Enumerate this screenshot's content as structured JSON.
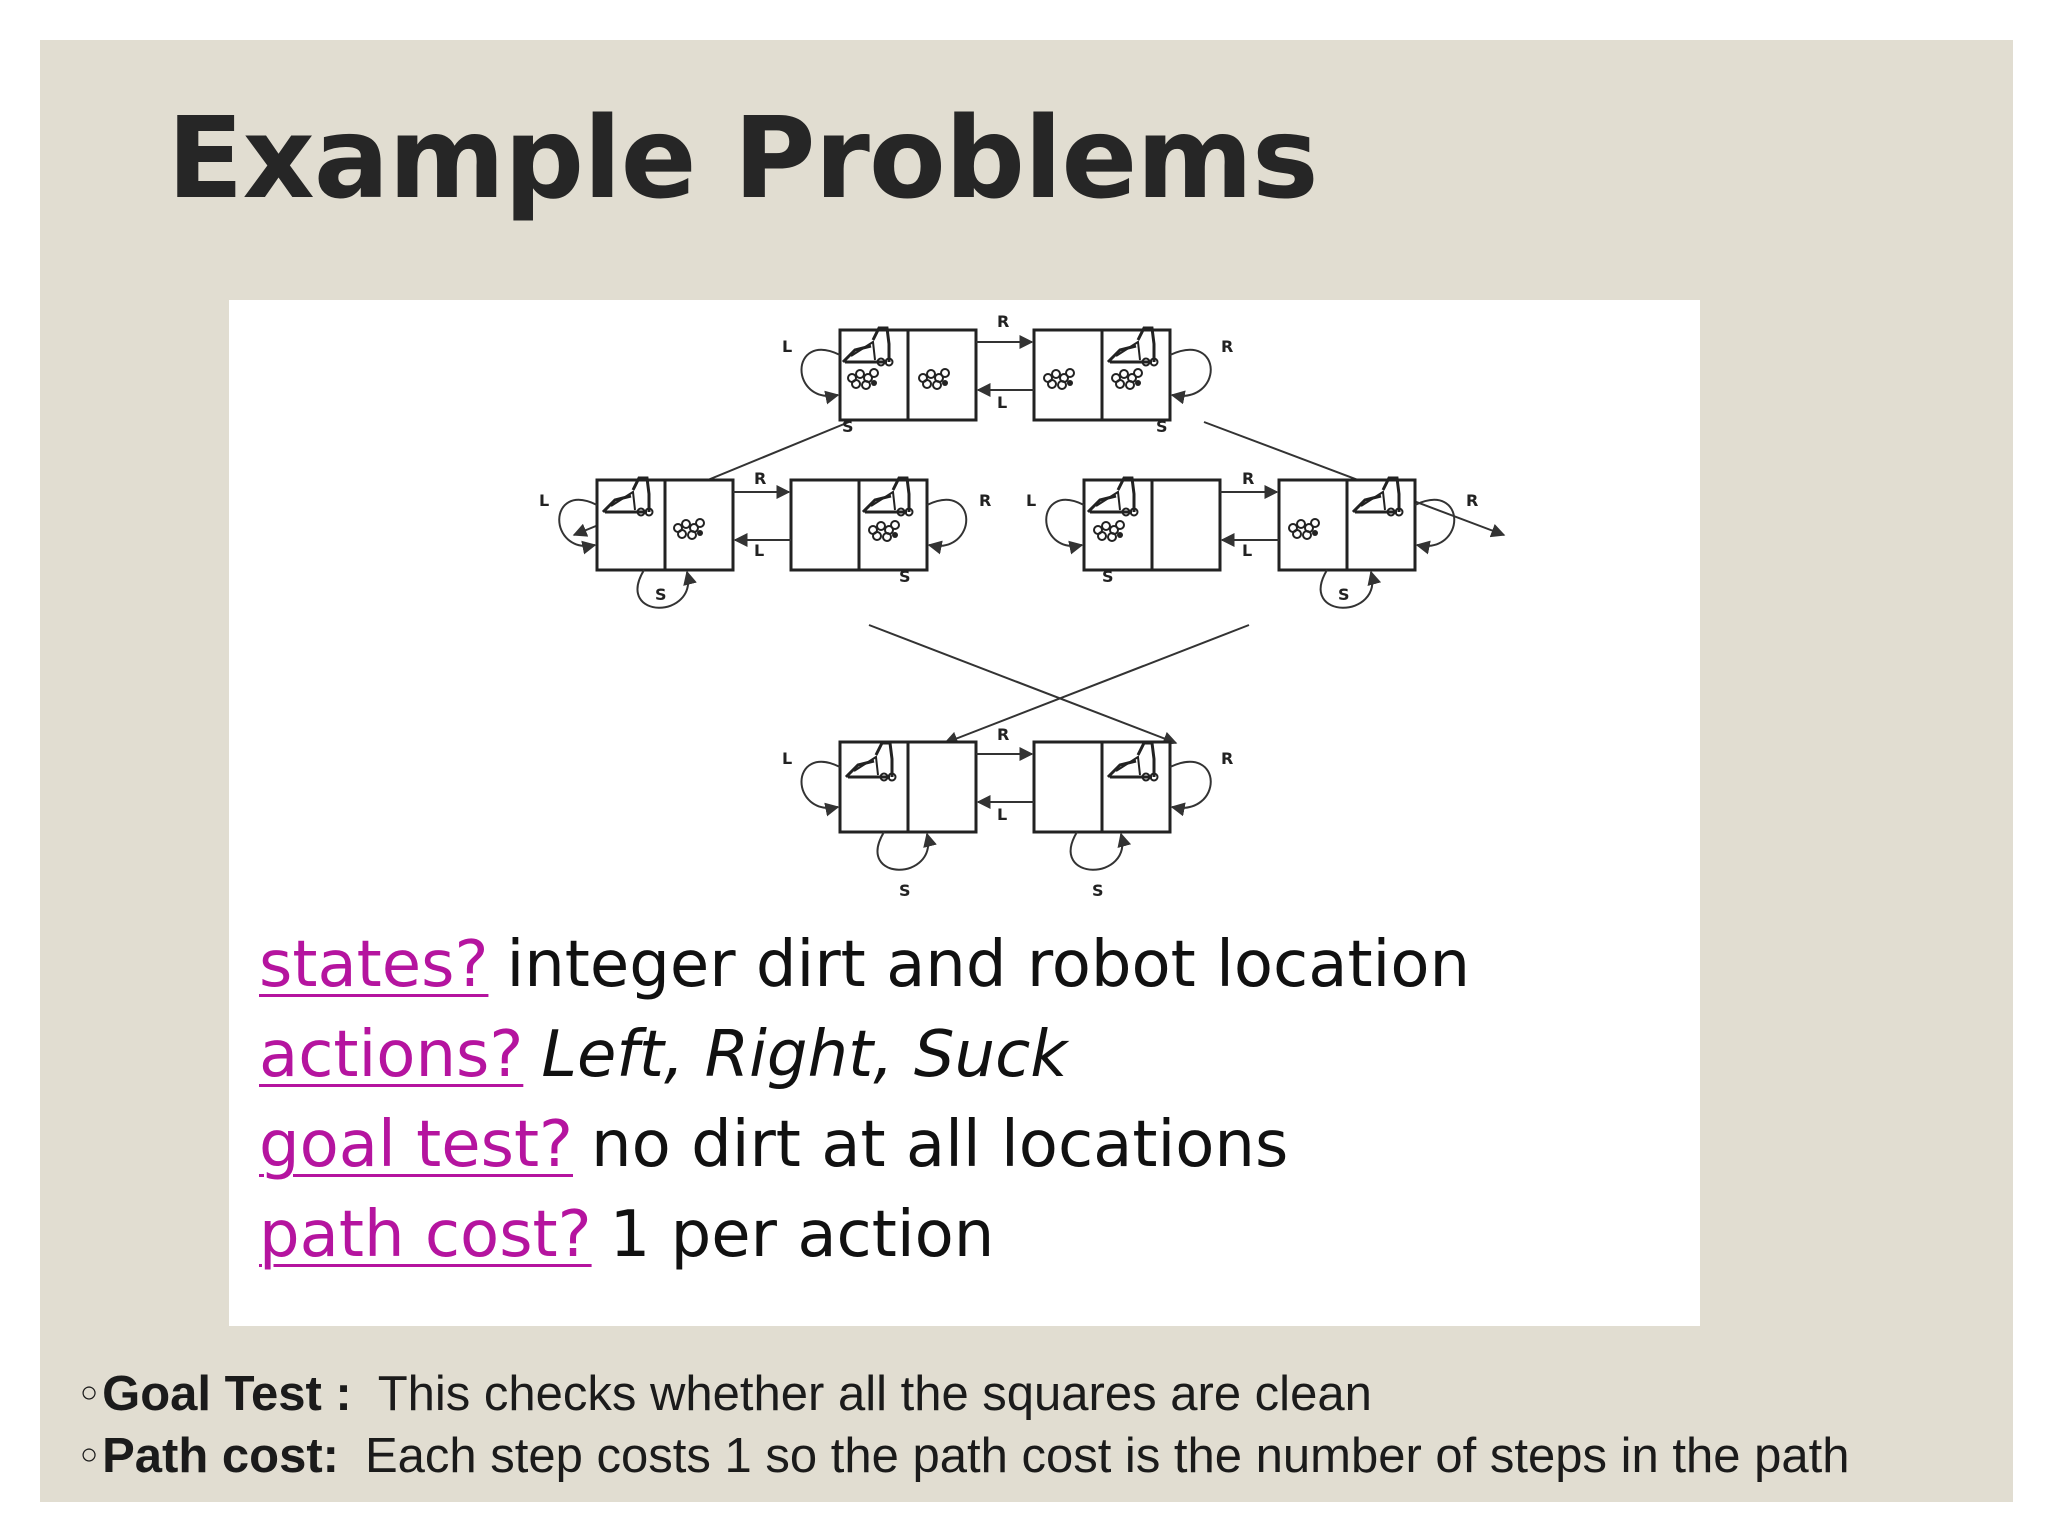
{
  "slide": {
    "title": "Example Problems"
  },
  "figure": {
    "action_labels": {
      "left": "L",
      "right": "R",
      "suck": "S"
    },
    "qa": [
      {
        "key": "states?",
        "value": "integer dirt and robot location",
        "italic": false
      },
      {
        "key": "actions?",
        "value": "Left, Right, Suck",
        "italic": true
      },
      {
        "key": "goal test?",
        "value": "no dirt at all locations",
        "italic": false
      },
      {
        "key": "path cost?",
        "value": "1 per action",
        "italic": false
      }
    ]
  },
  "bullets": [
    {
      "marker": "○",
      "term": "Goal Test :",
      "text": "This checks whether all the squares are clean"
    },
    {
      "marker": "○",
      "term": "Path cost:",
      "text": "Each step costs 1 so the path cost is the number of steps in the path"
    }
  ],
  "colors": {
    "background": "#e1ddd1",
    "title": "#262626",
    "link": "#b5149f"
  }
}
